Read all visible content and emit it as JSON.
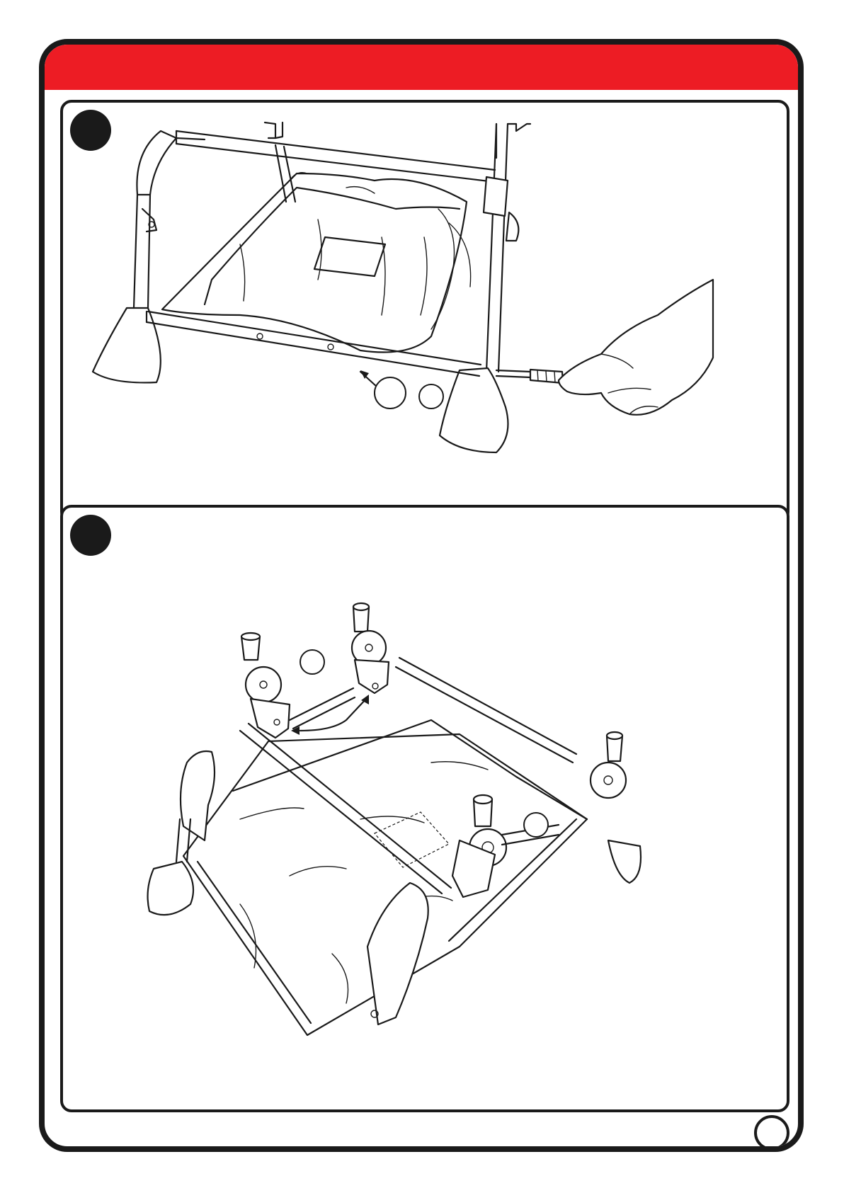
{
  "colors": {
    "header_band": "#ED1C24",
    "outline": "#1a1a1a",
    "paper": "#ffffff"
  },
  "steps": [
    {
      "icon": "step-number-badge",
      "illustration": "frame-bottom-fastening-with-screwdriver",
      "callouts": 2
    },
    {
      "icon": "step-number-badge",
      "illustration": "frame-assembly-with-wheel-mounts",
      "callouts": 2
    }
  ],
  "page": {
    "icon": "page-number-circle"
  }
}
